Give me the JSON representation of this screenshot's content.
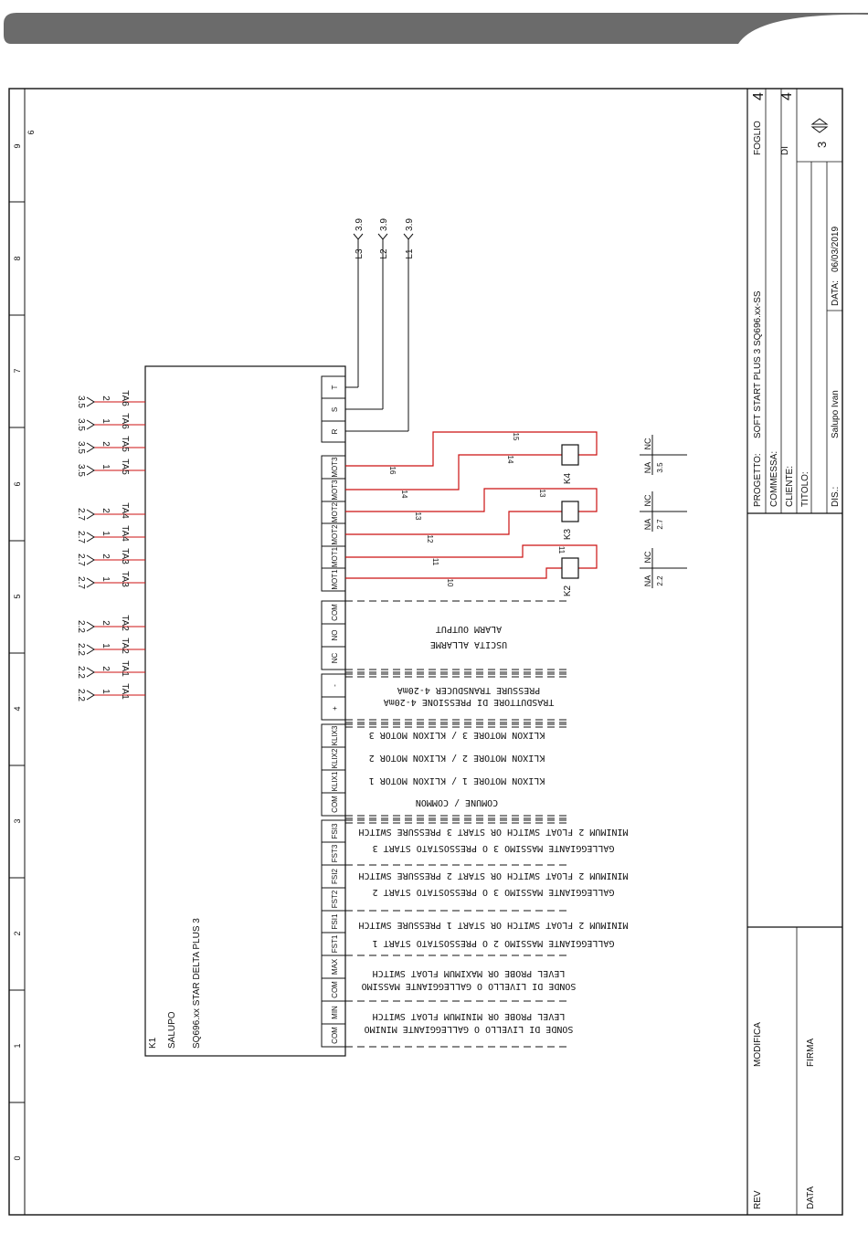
{
  "colors": {
    "header_bar": "#6b6b6b",
    "wire_red": "#cc1111",
    "line": "#111111"
  },
  "ruler": {
    "left_numbers": [
      "0",
      "1",
      "2",
      "3",
      "4",
      "5",
      "6",
      "7",
      "8",
      "9"
    ],
    "corner_extra": "6"
  },
  "device": {
    "ref": "K1",
    "brand": "SALUPO",
    "model": "SQ696.xx  STAR DELTA PLUS 3"
  },
  "supply": {
    "terminals": [
      "T",
      "S",
      "R"
    ],
    "lines": [
      {
        "name": "L3",
        "ref": "3.9"
      },
      {
        "name": "L2",
        "ref": "3.9"
      },
      {
        "name": "L1",
        "ref": "3.9"
      }
    ]
  },
  "ct_outputs": [
    {
      "name": "TA6",
      "pin": "2",
      "ref": "3.5"
    },
    {
      "name": "TA6",
      "pin": "1",
      "ref": "3.5"
    },
    {
      "name": "TA5",
      "pin": "2",
      "ref": "3.5"
    },
    {
      "name": "TA5",
      "pin": "1",
      "ref": "3.5"
    },
    {
      "name": "TA4",
      "pin": "2",
      "ref": "2.7"
    },
    {
      "name": "TA4",
      "pin": "1",
      "ref": "2.7"
    },
    {
      "name": "TA3",
      "pin": "2",
      "ref": "2.7"
    },
    {
      "name": "TA3",
      "pin": "1",
      "ref": "2.7"
    },
    {
      "name": "TA2",
      "pin": "2",
      "ref": "2.2"
    },
    {
      "name": "TA2",
      "pin": "1",
      "ref": "2.2"
    },
    {
      "name": "TA1",
      "pin": "2",
      "ref": "2.2"
    },
    {
      "name": "TA1",
      "pin": "1",
      "ref": "2.2"
    }
  ],
  "motor_terminals": [
    "MOT3",
    "MOT3",
    "MOT2",
    "MOT2",
    "MOT1",
    "MOT1"
  ],
  "wire_numbers": [
    "15",
    "16",
    "14",
    "13",
    "12",
    "11",
    "10"
  ],
  "coil_wire_numbers": [
    "15",
    "14",
    "13",
    "11"
  ],
  "contactors": [
    {
      "ref": "K4",
      "na": "NA",
      "nc": "NC",
      "sheet": "3.5"
    },
    {
      "ref": "K3",
      "na": "NA",
      "nc": "NC",
      "sheet": "2.7"
    },
    {
      "ref": "K2",
      "na": "NA",
      "nc": "NC",
      "sheet": "2.2"
    }
  ],
  "alarm": {
    "terminals": [
      "COM",
      "NO",
      "NC"
    ],
    "label_it": "USCITA ALLARME",
    "label_en": "ALARM OUTPUT"
  },
  "transducer": {
    "terminals": [
      "-",
      "+"
    ],
    "label_it": "TRASDUTTORE DI PRESSIONE 4-20mA",
    "label_en": "PRESSURE TRANSDUCER 4-20mA"
  },
  "klixon": {
    "terminals": [
      "KLIX3",
      "KLIX2",
      "KLIX1",
      "COM"
    ],
    "labels": [
      "KLIXON MOTORE 3 / KLIXON MOTOR 3",
      "KLIXON MOTORE 2 / KLIXON MOTOR 2",
      "KLIXON MOTORE 1 / KLIXON MOTOR 1",
      "COMUNE / COMMON"
    ]
  },
  "starts": {
    "terminals": [
      "FSI3",
      "FST3",
      "FSI2",
      "FST2",
      "FSI1",
      "FST1"
    ],
    "labels": [
      "MINIMUM 2 FLOAT SWITCH OR START 3 PRESSURE SWITCH",
      "GALLEGGIANTE MASSIMO 3 O PRESSOSTATO START 3",
      "MINIMUM 2 FLOAT SWITCH OR START 2 PRESSURE SWITCH",
      "GALLEGGIANTE MASSIMO 3 O PRESSOSTATO START 2",
      "MINIMUM 2 FLOAT SWITCH OR START 1 PRESSURE SWITCH",
      "GALLEGGIANTE MASSIMO 2 O PRESSOSTATO START 1"
    ]
  },
  "levels": {
    "terminals": [
      "MAX",
      "COM",
      "MIN",
      "COM"
    ],
    "max_it": "SONDE DI LIVELLO O GALLEGGIANTE MASSIMO",
    "max_en": "LEVEL PROBE OR MAXIMUM FLOAT SWITCH",
    "min_it": "SONDE DI LIVELLO O GALLEGGIANTE MINIMO",
    "min_en": "LEVEL PROBE OR MINIMUM FLOAT SWITCH"
  },
  "title_block": {
    "progetto_label": "PROGETTO:",
    "progetto_value": "SOFT START PLUS 3 SQ696.xx-SS",
    "commessa_label": "COMMESSA:",
    "cliente_label": "CLIENTE:",
    "titolo_label": "TITOLO:",
    "dis_label": "DIS.:",
    "dis_value": "Salupo Ivan",
    "data_label": "DATA:",
    "data_value": "06/03/2019",
    "foglio_label": "FOGLIO",
    "foglio_value": "4",
    "di_label": "DI",
    "di_value": "4",
    "prev_sheet": "3",
    "rev_label": "REV",
    "modifica_label": "MODIFICA",
    "data2_label": "DATA",
    "firma_label": "FIRMA"
  }
}
